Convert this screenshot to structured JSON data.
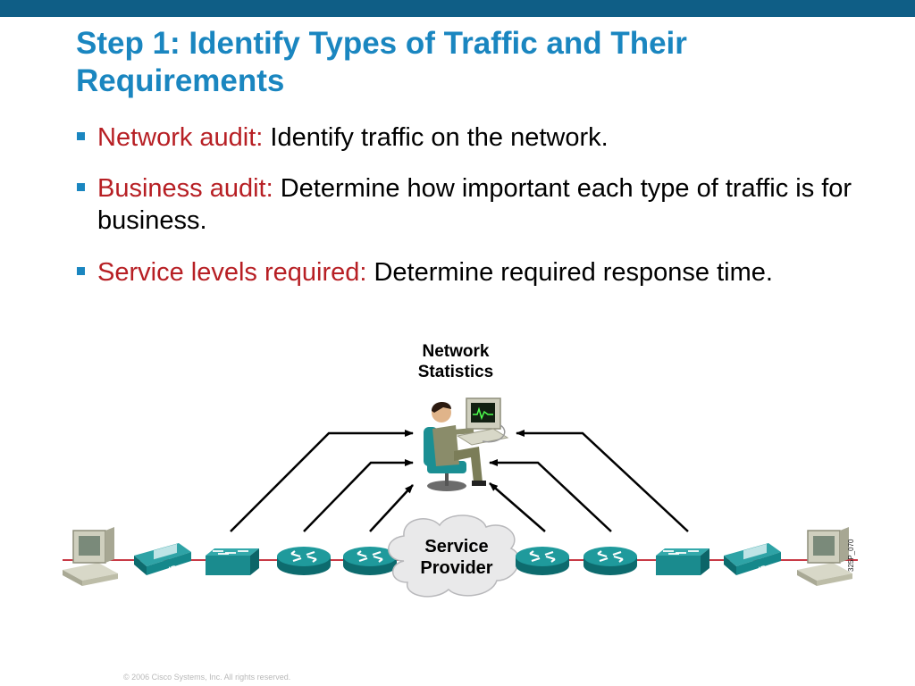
{
  "slide": {
    "title_line1": "Step 1: Identify Types of Traffic and Their",
    "title_line2": "Requirements",
    "bullets": [
      {
        "term": "Network audit:",
        "text": " Identify traffic on the network."
      },
      {
        "term": "Business audit:",
        "text": " Determine how important each type of traffic is for business."
      },
      {
        "term": "Service levels required:",
        "text": " Determine required response time."
      }
    ]
  },
  "diagram": {
    "network_statistics_label": "Network\nStatistics",
    "network_statistics_line1": "Network",
    "network_statistics_line2": "Statistics",
    "service_provider_line1": "Service",
    "service_provider_line2": "Provider",
    "phone_badge": "IP",
    "figure_id": "325P_070",
    "icons": [
      "workstation-icon",
      "ip-phone-icon",
      "switch-icon",
      "router-icon",
      "cloud-icon",
      "analyst-at-computer-icon"
    ]
  },
  "footer": {
    "copyright": "© 2006 Cisco Systems, Inc. All rights reserved."
  },
  "colors": {
    "top_bar": "#0f5e86",
    "title": "#1a86c0",
    "term": "#b71f24",
    "device_teal": "#19878a",
    "link_line": "#c83a46"
  }
}
